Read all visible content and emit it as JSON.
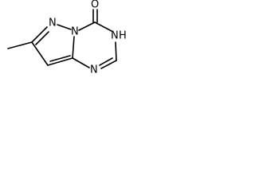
{
  "molecule": {
    "atoms": {
      "oxygen": "O",
      "n1": "N",
      "n2": "N",
      "nh_symbol": "N",
      "nh_hydrogen": "H",
      "n_bottom": "N"
    }
  }
}
